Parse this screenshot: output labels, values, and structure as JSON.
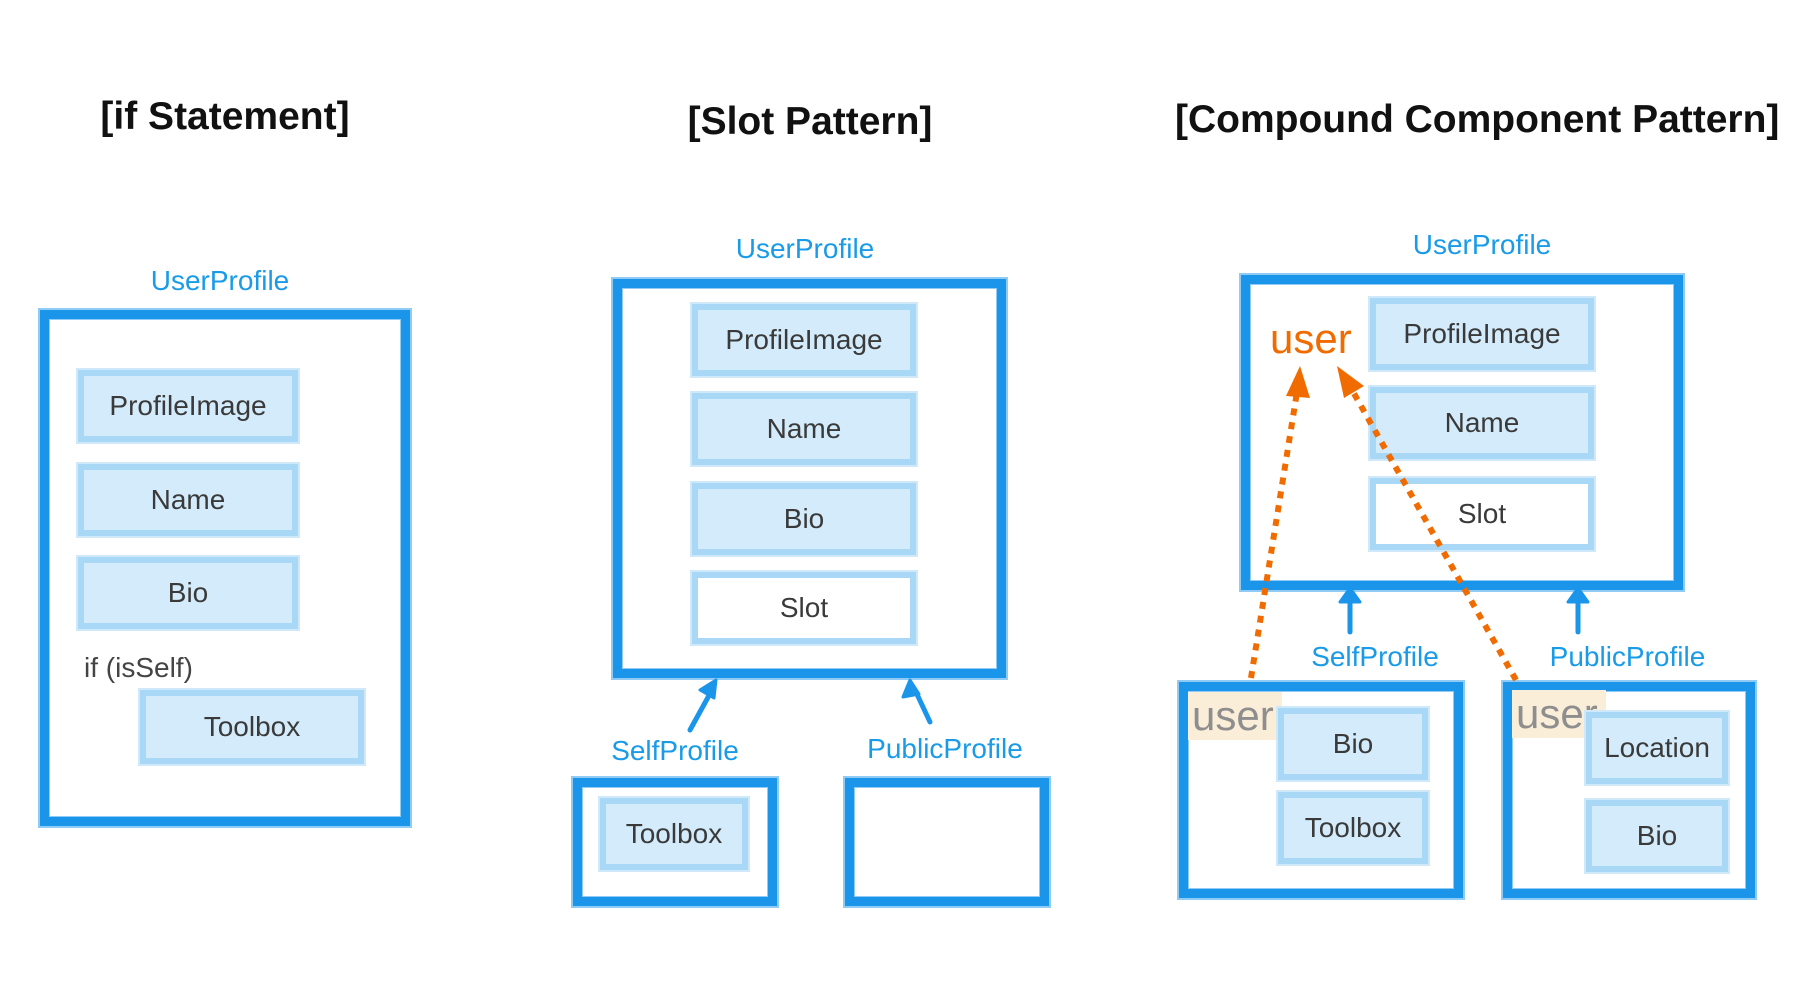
{
  "titles": {
    "if_statement": "[if Statement]",
    "slot_pattern": "[Slot Pattern]",
    "compound_pattern": "[Compound Component Pattern]"
  },
  "if_statement": {
    "component": "UserProfile",
    "blocks": [
      "ProfileImage",
      "Name",
      "Bio"
    ],
    "condition": "if (isSelf)",
    "conditional_block": "Toolbox"
  },
  "slot_pattern": {
    "component": "UserProfile",
    "blocks": [
      "ProfileImage",
      "Name",
      "Bio",
      "Slot"
    ],
    "children": [
      {
        "name": "SelfProfile",
        "blocks": [
          "Toolbox"
        ]
      },
      {
        "name": "PublicProfile",
        "blocks": []
      }
    ]
  },
  "compound_pattern": {
    "component": "UserProfile",
    "shared_value": "user",
    "blocks": [
      "ProfileImage",
      "Name",
      "Slot"
    ],
    "children": [
      {
        "name": "SelfProfile",
        "context": "user",
        "blocks": [
          "Bio",
          "Toolbox"
        ]
      },
      {
        "name": "PublicProfile",
        "context": "user",
        "blocks": [
          "Location",
          "Bio"
        ]
      }
    ]
  },
  "colors": {
    "frame": "#1a95ea",
    "label": "#1a9be8",
    "block_fill": "#d3ebfa",
    "context_arrow": "#f06c00"
  }
}
